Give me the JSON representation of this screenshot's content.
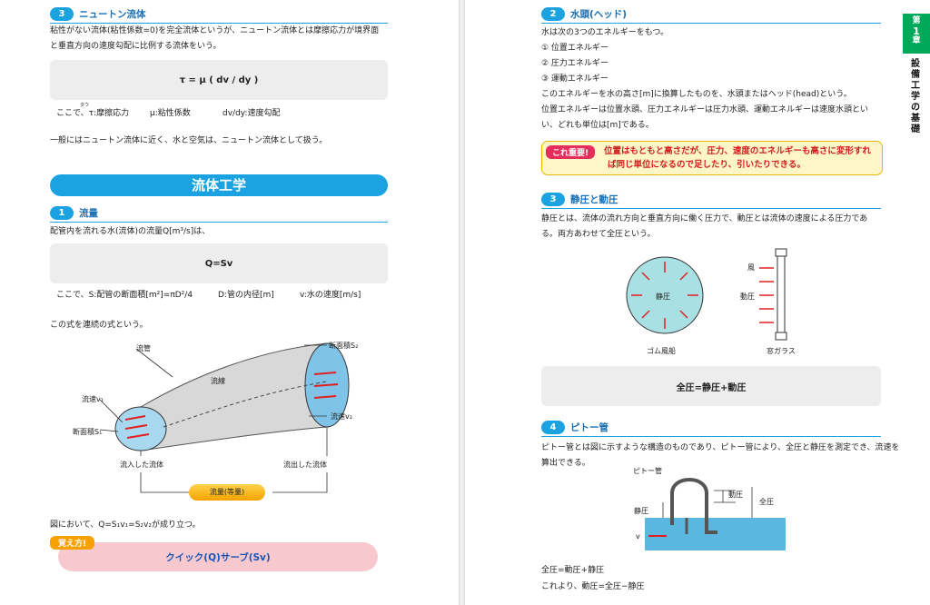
{
  "left": {
    "h3": {
      "num": "3",
      "title": "ニュートン流体"
    },
    "p1": [
      "粘性がない流体(粘性係数=0)を完全流体というが、ニュートン流体とは摩擦応力が境界面",
      "と垂直方向の速度勾配に比例する流体をいう。"
    ],
    "formula_tau": "τ = μ ( dv / dy )",
    "def_tau": [
      "ここで、τ:摩擦応力",
      "μ:粘性係数",
      "dv/dy:速度勾配"
    ],
    "ruby": "タウ",
    "p2": "一般にはニュートン流体に近く、水と空気は、ニュートン流体として扱う。",
    "section_title": "流体工学",
    "h1": {
      "num": "1",
      "title": "流量"
    },
    "p3": "配管内を流れる水(流体)の流量Q[m³/s]は、",
    "formula_q": "Q=Sv",
    "def_q": [
      "ここで、S:配管の断面積[m²]=πD²/4",
      "D:管の内径[m]",
      "v:水の速度[m/s]"
    ],
    "p4": "この式を連続の式という。",
    "fig": {
      "pipe": "流管",
      "area2": "断面積S₂",
      "streamline": "流線",
      "v1": "流速v₁",
      "area1": "断面積S₁",
      "v2": "流速v₂",
      "inflow": "流入した流体",
      "outflow": "流出した流体",
      "flow": "流量(等量)"
    },
    "p5": "図において、Q=S₁v₁=S₂v₂が成り立つ。",
    "mnemonic_tag": "覚え方!",
    "mnemonic": "クイック(Q)サーブ(Sv)"
  },
  "right": {
    "h2": {
      "num": "2",
      "title": "水頭(ヘッド)"
    },
    "p1": "水は次の3つのエネルギーをもつ。",
    "list": [
      "① 位置エネルギー",
      "② 圧力エネルギー",
      "③ 運動エネルギー"
    ],
    "p2": "このエネルギーを水の高さ[m]に換算したものを、水頭またはヘッド(head)という。",
    "p3": [
      "位置エネルギーは位置水頭、圧力エネルギーは圧力水頭、運動エネルギーは速度水頭とい",
      "い、どれも単位は[m]である。"
    ],
    "important_tag": "これ重要!",
    "important": [
      "位置はもともと高さだが、圧力、速度のエネルギーも高さに変形すれ",
      "ば同じ単位になるので足したり、引いたりできる。"
    ],
    "h3": {
      "num": "3",
      "title": "静圧と動圧"
    },
    "p4": [
      "静圧とは、流体の流れ方向と垂直方向に働く圧力で、動圧とは流体の速度による圧力であ",
      "る。両方あわせて全圧という。"
    ],
    "fig1": {
      "static": "静圧",
      "balloon": "ゴム風船",
      "wind": "風",
      "dynamic": "動圧",
      "window": "窓ガラス"
    },
    "formula_total": "全圧=静圧+動圧",
    "h4": {
      "num": "4",
      "title": "ピトー管"
    },
    "p5": [
      "ピトー管とは図に示すような構造のものであり、ピトー管により、全圧と静圧を測定でき、流速を",
      "算出できる。"
    ],
    "fig2": {
      "pitot": "ピトー管",
      "dynamic": "動圧",
      "total": "全圧",
      "static": "静圧",
      "v": "v"
    },
    "eq1": "全圧=動圧+静圧",
    "eq2": "これより、動圧=全圧−静圧",
    "chapter_tab": [
      "第",
      "1",
      "章"
    ],
    "chapter_title": [
      "設",
      "備",
      "工",
      "学",
      "の",
      "基",
      "礎"
    ]
  },
  "colors": {
    "accent": "#1aa3e0",
    "heading": "#1a6fb5",
    "chapter": "#00a859",
    "important": "#d01c1c",
    "arrow": "#e02020"
  }
}
